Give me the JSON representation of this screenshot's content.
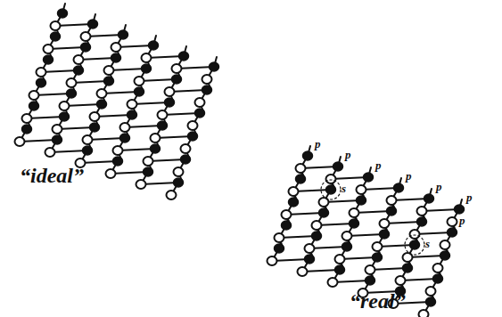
{
  "diagram": {
    "labels": [
      "“ideal”",
      "“real”",
      "p",
      "p",
      "p",
      "p",
      "p",
      "p",
      "p",
      "s",
      "s"
    ]
  }
}
